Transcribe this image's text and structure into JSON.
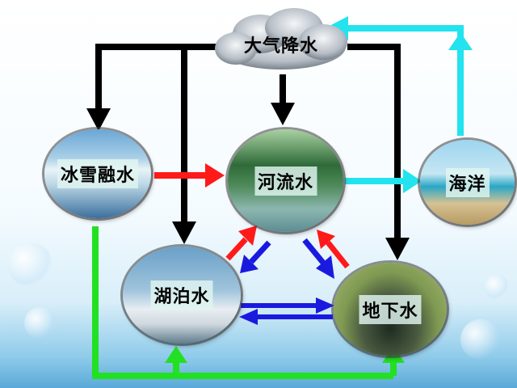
{
  "nodes": {
    "atmosphere": "大气降水",
    "snow_ice": "冰雪融水",
    "river": "河流水",
    "ocean": "海洋",
    "lake": "湖泊水",
    "groundwater": "地下水"
  },
  "colors": {
    "precipitation": "#000000",
    "surface_flow": "#ff1a1a",
    "groundwater_flow": "#1a1adf",
    "evaporation": "#22e3ee",
    "seepage": "#22e022"
  }
}
